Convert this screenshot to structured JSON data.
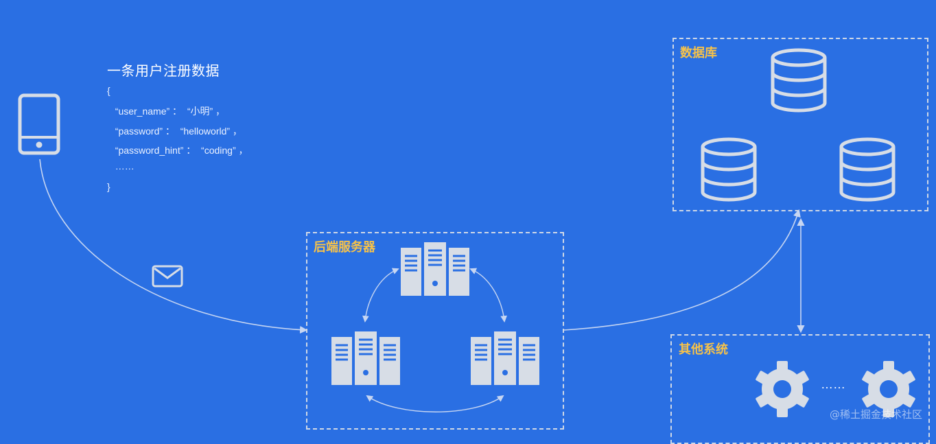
{
  "payload": {
    "title": "一条用户注册数据",
    "lines": [
      "{",
      "  “user_name” ：  “小明” ，",
      "  “password” ：  “helloworld” ，",
      "  “password_hint” ：  “coding” ，",
      "  ……",
      "}"
    ]
  },
  "boxes": {
    "backend": {
      "label": "后端服务器"
    },
    "database": {
      "label": "数据库"
    },
    "other": {
      "label": "其他系统"
    }
  },
  "other_systems": {
    "ellipsis": "……"
  },
  "watermark": "@稀土掘金技术社区",
  "colors": {
    "background": "#2a6fe3",
    "icon_fill": "#d7dde6",
    "line": "#c7d6f2",
    "label": "#f6c24a"
  },
  "icons": {
    "client": "phone-icon",
    "message": "envelope-icon",
    "server": "server-rack-icon",
    "database": "database-icon",
    "system": "gear-icon"
  }
}
